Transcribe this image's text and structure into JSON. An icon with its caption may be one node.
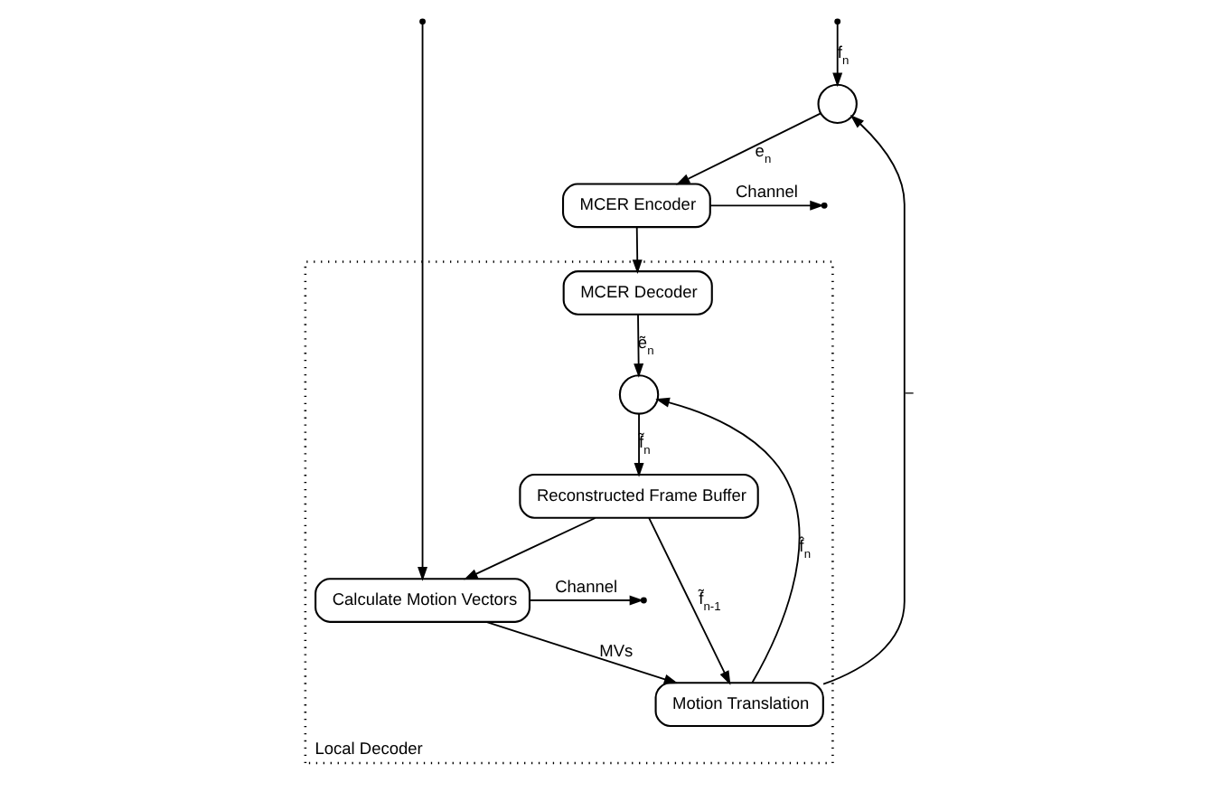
{
  "diagram": {
    "nodes": [
      {
        "text": [],
        "shape": "circle"
      },
      {
        "text": [
          "MCER Encoder"
        ]
      },
      {
        "text": [
          "Local Decoder"
        ]
      },
      {
        "text": [
          "Calculate Motion Vectors"
        ],
        "in": 2
      },
      {
        "text": [
          "MCER Decoder"
        ],
        "in": 2
      },
      {
        "text": [
          "Motion Translation"
        ],
        "in": 2
      },
      {
        "text": [],
        "shape": "circle",
        "in": 2
      },
      {
        "text": [
          "Reconstructed Frame Buffer"
        ],
        "in": 2
      }
    ],
    "edges": [
      {
        "from": null,
        "to": 0,
        "arrow": "to",
        "label": "f$_{n}$"
      },
      {
        "from": null,
        "to": 3,
        "arrow": "to"
      },
      {
        "from": 0,
        "to": 1,
        "arrow": "to",
        "label": "e$_{n}$"
      },
      {
        "from": 1,
        "to": null,
        "arrow": "to",
        "label": "Channel"
      },
      {
        "from": 1,
        "to": 4,
        "arrow": "to"
      },
      {
        "from": 3,
        "to": null,
        "arrow": "to",
        "label": "Channel"
      },
      {
        "from": 3,
        "to": 5,
        "arrow": "to",
        "label": "MVs"
      },
      {
        "from": 5,
        "to": 0,
        "arrow": "to",
        "label": "−"
      },
      {
        "from": 5,
        "to": 6,
        "arrow": "to",
        "label": "f̂$_{n}$"
      },
      {
        "from": 4,
        "to": 6,
        "arrow": "to",
        "label": "ẽ$_{n}$"
      },
      {
        "from": 6,
        "to": 7,
        "arrow": "to",
        "label": "f̃$_{n}$"
      },
      {
        "from": 7,
        "to": 5,
        "arrow": "to",
        "label": "f̃$_{n-1}$"
      },
      {
        "from": 7,
        "to": 3,
        "arrow": "to"
      }
    ]
  }
}
